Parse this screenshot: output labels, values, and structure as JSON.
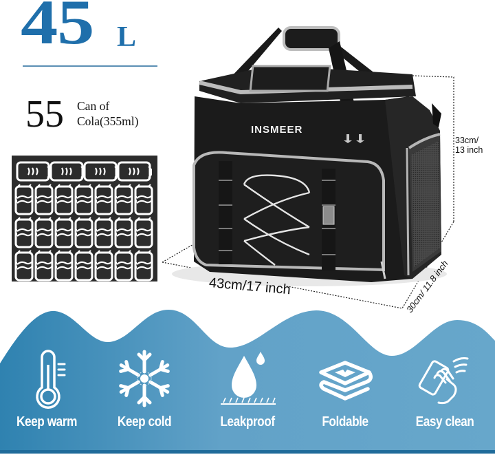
{
  "capacity": {
    "value": "45",
    "unit": "L",
    "color": "#1f6fab",
    "rule_color": "#5b8fb4"
  },
  "cans": {
    "count": "55",
    "line1": "Can of",
    "line2": "Cola(355ml)",
    "grid": {
      "lying_row_count": 4,
      "standing_rows": 3,
      "standing_per_row": 7
    }
  },
  "product": {
    "brand": "INSMEER",
    "dimensions": {
      "height": "33cm/\n13 inch",
      "height_line1": "33cm/",
      "height_line2": "13 inch",
      "width": "43cm/17 inch",
      "depth": "30cm/ 11.8 inch"
    }
  },
  "features": {
    "band_color_left": "#2f82b0",
    "band_color_right": "#67a7cb",
    "items": [
      {
        "label": "Keep warm",
        "icon": "thermometer-icon"
      },
      {
        "label": "Keep cold",
        "icon": "snowflake-icon"
      },
      {
        "label": "Leakproof",
        "icon": "water-drop-icon"
      },
      {
        "label": "Foldable",
        "icon": "folded-layers-icon"
      },
      {
        "label": "Easy clean",
        "icon": "wiping-hand-icon"
      }
    ]
  }
}
